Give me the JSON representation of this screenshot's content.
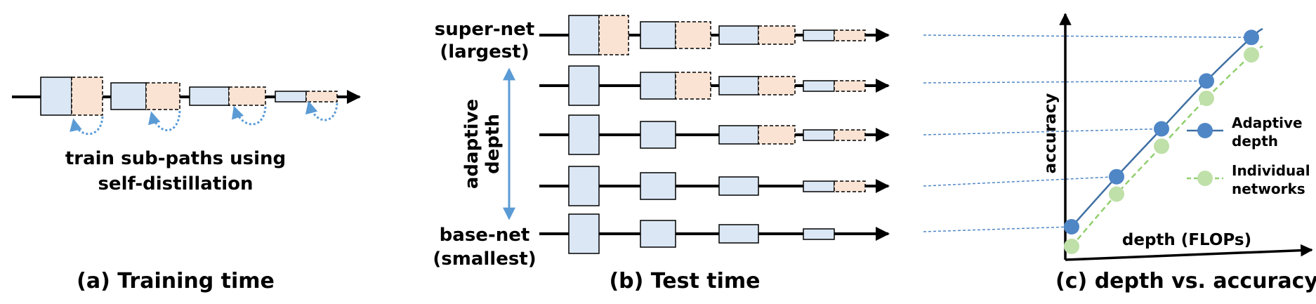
{
  "panel_a": {
    "annotation_line1": "train sub-paths using",
    "annotation_line2": "self-distillation",
    "caption": "(a) Training time"
  },
  "panel_b": {
    "top_label_line1": "super-net",
    "top_label_line2": "(largest)",
    "side_label_line1": "adaptive",
    "side_label_line2": "depth",
    "bottom_label_line1": "base-net",
    "bottom_label_line2": "(smallest)",
    "caption": "(b) Test time"
  },
  "panel_c": {
    "caption": "(c) depth vs. accuracy"
  },
  "colors": {
    "block_blue": "#dbe7f5",
    "block_peach": "#fbe3d3",
    "adaptive": "#4f86c6",
    "adaptive_line": "#3f6fa3",
    "individual": "#bfe0a8",
    "individual_line": "#92cf6f",
    "guide": "#4f86c6"
  },
  "chart_data": {
    "type": "line",
    "xlabel": "depth  (FLOPs)",
    "ylabel": "accuracy",
    "grid": false,
    "legend_position": "right",
    "series": [
      {
        "name": "Adaptive depth",
        "x": [
          1,
          2,
          3,
          4,
          5
        ],
        "y": [
          0.1,
          0.33,
          0.55,
          0.77,
          0.97
        ],
        "color": "#4f86c6",
        "line": "solid"
      },
      {
        "name": "Individual networks",
        "x": [
          1,
          2,
          3,
          4,
          5
        ],
        "y": [
          0.01,
          0.25,
          0.47,
          0.69,
          0.89
        ],
        "color": "#bfe0a8",
        "line": "dashed"
      }
    ]
  }
}
